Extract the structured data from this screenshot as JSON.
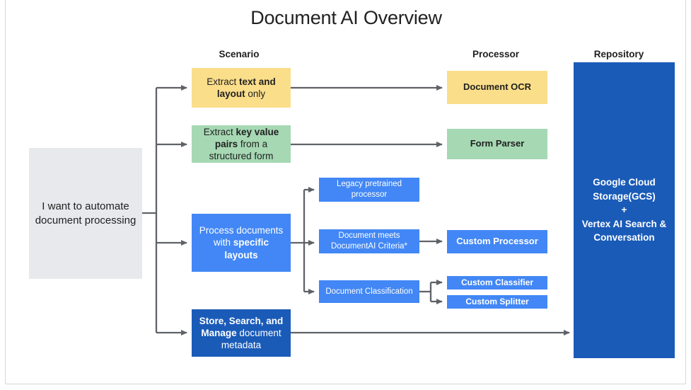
{
  "page": {
    "title": "Document AI Overview",
    "background": "#ffffff",
    "frame_border": "#d9d9d9"
  },
  "colors": {
    "yellow": "#FBDE8A",
    "green": "#A6D8B3",
    "blue": "#4287F5",
    "dark_blue": "#1A5BB8",
    "grey": "#E7E9EC",
    "connector": "#5F6368",
    "text_dark": "#1F1F1F",
    "text_light": "#FFFFFF"
  },
  "column_headers": [
    {
      "key": "scenario",
      "label": "Scenario"
    },
    {
      "key": "processor",
      "label": "Processor"
    },
    {
      "key": "repository",
      "label": "Repository"
    }
  ],
  "start_node": {
    "text": "I want to automate document processing",
    "color": "#E7E9EC"
  },
  "scenarios": [
    {
      "id": "extract-text-layout",
      "color": "#FBDE8A",
      "segments": [
        {
          "text": "Extract ",
          "bold": false
        },
        {
          "text": "text and layout",
          "bold": true
        },
        {
          "text": " only",
          "bold": false
        }
      ],
      "plain": "Extract text and layout only"
    },
    {
      "id": "extract-key-value",
      "color": "#A6D8B3",
      "segments": [
        {
          "text": "Extract ",
          "bold": false
        },
        {
          "text": "key value pairs",
          "bold": true
        },
        {
          "text": " from a structured form",
          "bold": false
        }
      ],
      "plain": "Extract key value pairs from a structured form"
    },
    {
      "id": "process-specific-layouts",
      "color": "#4287F5",
      "segments": [
        {
          "text": "Process documents with ",
          "bold": false
        },
        {
          "text": "specific layouts",
          "bold": true
        }
      ],
      "plain": "Process documents with specific layouts"
    },
    {
      "id": "store-search-manage",
      "color": "#1A5BB8",
      "segments": [
        {
          "text": "Store, Search, and Manage",
          "bold": true
        },
        {
          "text": " document metadata",
          "bold": false
        }
      ],
      "plain": "Store, Search, and Manage document metadata"
    }
  ],
  "intermediate": [
    {
      "id": "legacy-pretrained-processor",
      "label": "Legacy pretrained processor",
      "color": "#4287F5"
    },
    {
      "id": "document-meets-criteria",
      "label": "Document meets DocumentAI Criteria*",
      "color": "#4287F5"
    },
    {
      "id": "document-classification",
      "label": "Document Classification",
      "color": "#4287F5"
    }
  ],
  "processors": [
    {
      "id": "document-ocr",
      "label": "Document OCR",
      "color": "#FBDE8A"
    },
    {
      "id": "form-parser",
      "label": "Form Parser",
      "color": "#A6D8B3"
    },
    {
      "id": "custom-processor",
      "label": "Custom Processor",
      "color": "#4287F5"
    },
    {
      "id": "custom-classifier",
      "label": "Custom Classifier",
      "color": "#4287F5"
    },
    {
      "id": "custom-splitter",
      "label": "Custom Splitter",
      "color": "#4287F5"
    }
  ],
  "repository": {
    "lines": [
      "Google Cloud",
      "Storage(GCS)",
      "+",
      "Vertex AI Search &",
      "Conversation"
    ],
    "plain": "Google Cloud Storage(GCS) + Vertex AI Search & Conversation",
    "color": "#1A5BB8"
  }
}
